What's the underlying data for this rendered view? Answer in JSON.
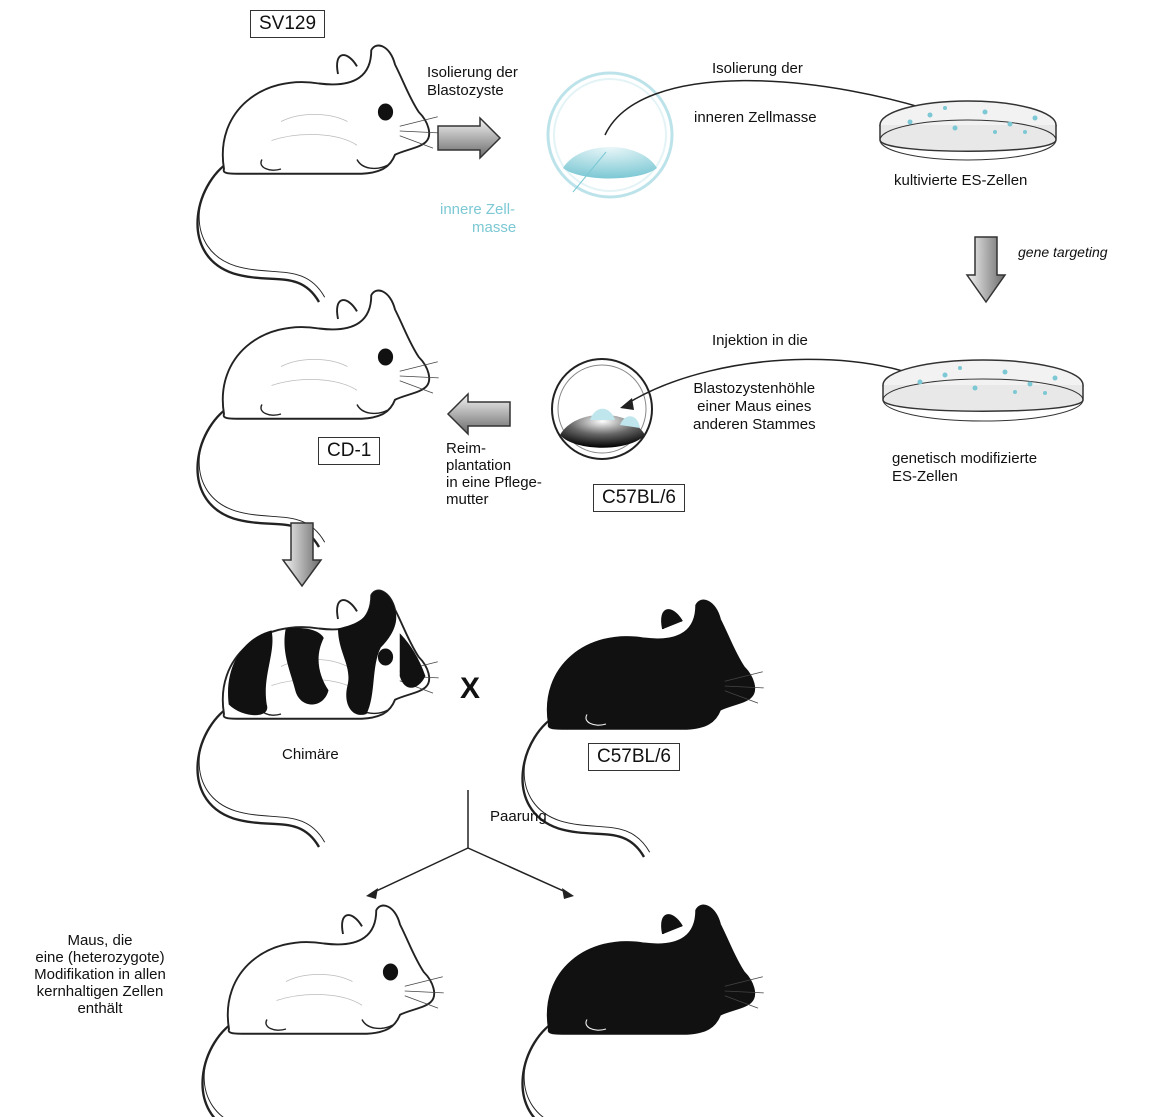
{
  "strains": {
    "sv129": "SV129",
    "cd1": "CD-1",
    "c57_top": "C57BL/6",
    "c57_bottom": "C57BL/6"
  },
  "steps": {
    "isolate_blastocyst": [
      "Isolierung der",
      "Blastozyste"
    ],
    "isolate_icm": [
      "Isolierung der",
      "inneren Zellmasse"
    ],
    "inner_cell_mass": [
      "innere Zell-",
      "masse"
    ],
    "cultured_es": "kultivierte ES-Zellen",
    "gene_targeting": "gene targeting",
    "injection": [
      "Injektion in die",
      "Blastozystenhöhle",
      "einer Maus eines",
      "anderen Stammes"
    ],
    "modified_es": [
      "genetisch modifizierte",
      "ES-Zellen"
    ],
    "reimplantation": [
      "Reim-",
      "plantation",
      "in eine Pflege-",
      "mutter"
    ],
    "chimera": "Chimäre",
    "cross": "X",
    "mating": "Paarung",
    "offspring": [
      "Maus, die",
      "eine (heterozygote)",
      "Modifikation in allen",
      "kernhaltigen Zellen",
      "enthält"
    ]
  },
  "colors": {
    "cyan": "#7cc8d4",
    "black_mouse": "#111111",
    "outline": "#222222"
  }
}
